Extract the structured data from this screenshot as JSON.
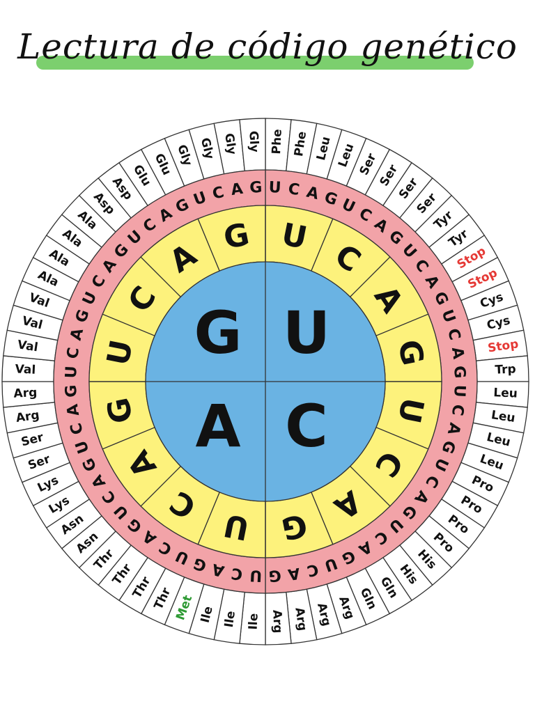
{
  "title": "Lectura de código genético",
  "colors": {
    "highlight": "#7ccf6e",
    "center": "#6ab3e3",
    "ring_second": "#fdf27c",
    "ring_third": "#f2a3a8",
    "ring_outer": "#ffffff",
    "stroke": "#333333",
    "stop": "#e53935",
    "start": "#2e9a34",
    "text": "#111111"
  },
  "genetic_code": {
    "first_bases": [
      "U",
      "C",
      "A",
      "G"
    ],
    "second_bases": [
      "U",
      "C",
      "A",
      "G"
    ],
    "third_bases": [
      "U",
      "C",
      "A",
      "G"
    ],
    "amino_acids": [
      [
        "Phe",
        "Phe",
        "Leu",
        "Leu"
      ],
      [
        "Ser",
        "Ser",
        "Ser",
        "Ser"
      ],
      [
        "Tyr",
        "Tyr",
        "Stop",
        "Stop"
      ],
      [
        "Cys",
        "Cys",
        "Stop",
        "Trp"
      ],
      [
        "Leu",
        "Leu",
        "Leu",
        "Leu"
      ],
      [
        "Pro",
        "Pro",
        "Pro",
        "Pro"
      ],
      [
        "His",
        "His",
        "Gln",
        "Gln"
      ],
      [
        "Arg",
        "Arg",
        "Arg",
        "Arg"
      ],
      [
        "Ile",
        "Ile",
        "Ile",
        "Met"
      ],
      [
        "Thr",
        "Thr",
        "Thr",
        "Thr"
      ],
      [
        "Asn",
        "Asn",
        "Lys",
        "Lys"
      ],
      [
        "Ser",
        "Ser",
        "Arg",
        "Arg"
      ],
      [
        "Val",
        "Val",
        "Val",
        "Val"
      ],
      [
        "Ala",
        "Ala",
        "Ala",
        "Ala"
      ],
      [
        "Asp",
        "Asp",
        "Glu",
        "Glu"
      ],
      [
        "Gly",
        "Gly",
        "Gly",
        "Gly"
      ]
    ],
    "stop_label": "Stop",
    "start_label": "Met"
  }
}
